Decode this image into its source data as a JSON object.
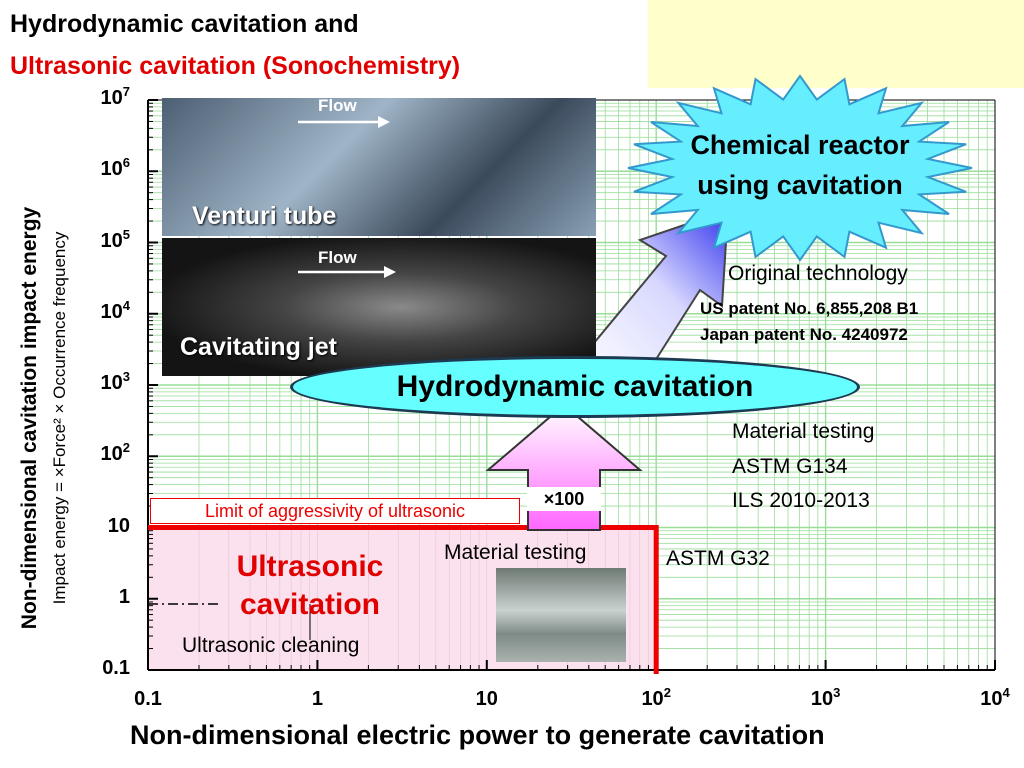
{
  "title_line1": "Hydrodynamic cavitation and",
  "title_line2": "Ultrasonic cavitation (Sonochemistry)",
  "colors": {
    "title_red": "#e00000",
    "grid_green": "#99dd99",
    "cyan": "#66ffff",
    "red_box": "#ee0000",
    "pink_fill": "#fbe0ee",
    "yellow_box": "#ffffcc"
  },
  "chart_data": {
    "type": "scatter",
    "x_scale": "log",
    "y_scale": "log",
    "xlim": [
      0.1,
      10000
    ],
    "ylim": [
      0.1,
      10000000
    ],
    "grid": true,
    "xlabel": "Non-dimensional electric power to generate cavitation",
    "ylabel": "Non-dimensional cavitation impact energy",
    "ylabel2": "Impact energy = ×Force² × Occurrence frequency",
    "x_ticks": [
      {
        "value": 0.1,
        "base": "0.1",
        "exp": ""
      },
      {
        "value": 1,
        "base": "1",
        "exp": ""
      },
      {
        "value": 10,
        "base": "10",
        "exp": ""
      },
      {
        "value": 100,
        "base": "10",
        "exp": "2"
      },
      {
        "value": 1000,
        "base": "10",
        "exp": "3"
      },
      {
        "value": 10000,
        "base": "10",
        "exp": "4"
      }
    ],
    "y_ticks": [
      {
        "value": 0.1,
        "base": "0.1",
        "exp": ""
      },
      {
        "value": 1,
        "base": "1",
        "exp": ""
      },
      {
        "value": 10,
        "base": "10",
        "exp": ""
      },
      {
        "value": 100,
        "base": "10",
        "exp": "2"
      },
      {
        "value": 1000,
        "base": "10",
        "exp": "3"
      },
      {
        "value": 10000,
        "base": "10",
        "exp": "4"
      },
      {
        "value": 100000,
        "base": "10",
        "exp": "5"
      },
      {
        "value": 1000000,
        "base": "10",
        "exp": "6"
      },
      {
        "value": 10000000,
        "base": "10",
        "exp": "7"
      }
    ],
    "ultrasonic_region": {
      "x_max": 100,
      "y_max": 10
    },
    "annotations": {
      "venturi": "Venturi tube",
      "jet": "Cavitating jet",
      "flow": "Flow",
      "hydrodynamic": "Hydrodynamic cavitation",
      "reactor_line1": "Chemical reactor",
      "reactor_line2": "using cavitation",
      "original": "Original technology",
      "us_patent": "US patent No. 6,855,208 B1",
      "jp_patent": "Japan patent No. 4240972",
      "material_testing_1": "Material testing",
      "astm_g134": "ASTM G134",
      "ils": "ILS 2010-2013",
      "times100": "×100",
      "limit": "Limit of aggressivity of ultrasonic",
      "material_testing_2": "Material testing",
      "astm_g32": "ASTM G32",
      "ultrasonic_line1": "Ultrasonic",
      "ultrasonic_line2": "cavitation",
      "cleaning": "Ultrasonic cleaning"
    }
  }
}
